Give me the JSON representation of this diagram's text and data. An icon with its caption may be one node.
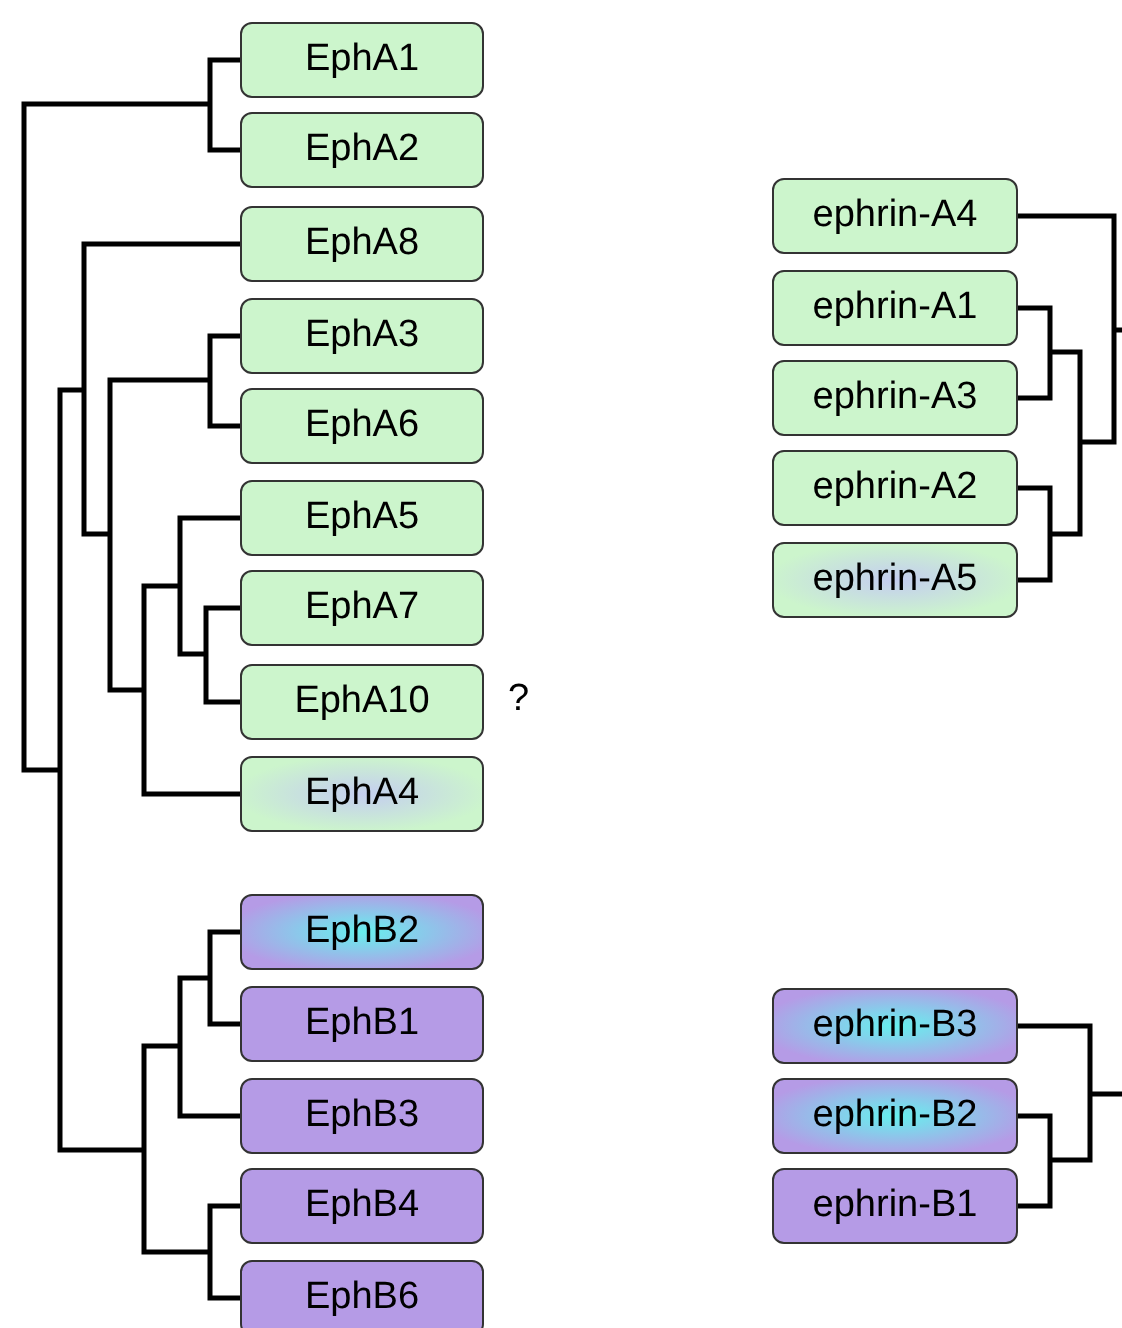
{
  "diagram": {
    "nodes": [
      {
        "text": [
          "EphA1"
        ]
      },
      {
        "text": [
          "EphA2"
        ]
      },
      {
        "text": [
          "EphA8"
        ]
      },
      {
        "text": [
          "EphA3"
        ]
      },
      {
        "text": [
          "EphA6"
        ]
      },
      {
        "text": [
          "EphA5"
        ]
      },
      {
        "text": [
          "EphA7"
        ]
      },
      {
        "text": [
          "EphA10"
        ],
        "beside": [
          "?"
        ]
      },
      {
        "text": [
          "EphA4"
        ]
      },
      {
        "text": [
          "EphB2"
        ]
      },
      {
        "text": [
          "EphB1"
        ]
      },
      {
        "text": [
          "EphB3"
        ]
      },
      {
        "text": [
          "EphB4"
        ]
      },
      {
        "text": [
          "EphB6"
        ]
      },
      {
        "text": [
          "ephrin-A4"
        ]
      },
      {
        "text": [
          "ephrin-A1"
        ]
      },
      {
        "text": [
          "ephrin-A3"
        ]
      },
      {
        "text": [
          "ephrin-A2"
        ]
      },
      {
        "text": [
          "ephrin-A5"
        ]
      },
      {
        "text": [
          "ephrin-B3"
        ]
      },
      {
        "text": [
          "ephrin-B2"
        ]
      },
      {
        "text": [
          "ephrin-B1"
        ]
      }
    ]
  }
}
